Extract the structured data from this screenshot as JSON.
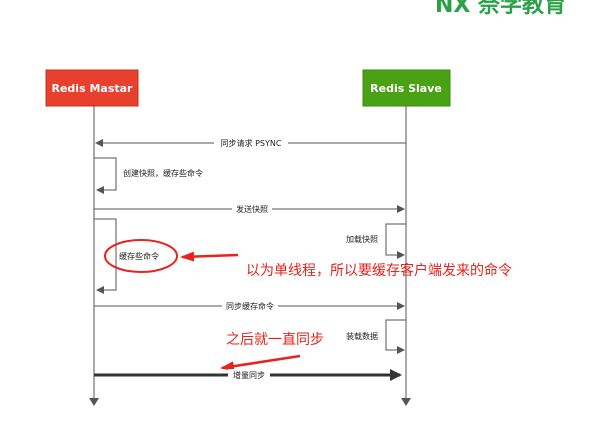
{
  "logo": {
    "text": "NX 奈学教育"
  },
  "participants": {
    "master": "Redis Mastar",
    "slave": "Redis Slave"
  },
  "messages": {
    "sync_request": "同步请求 PSYNC",
    "create_snapshot": "创建快照，缓存些命令",
    "send_snapshot": "发送快照",
    "load_snapshot": "加载快照",
    "cache_commands": "缓存些命令",
    "sync_cached": "同步缓存命令",
    "load_data": "装载数据",
    "incremental_sync": "增量同步"
  },
  "annotations": {
    "single_thread_note": "以为单线程，所以要缓存客户端发来的命令",
    "always_sync_note": "之后就一直同步"
  },
  "colors": {
    "master": "#e8402e",
    "slave": "#4aa114",
    "annotation": "#e8231d",
    "line": "#555555"
  }
}
